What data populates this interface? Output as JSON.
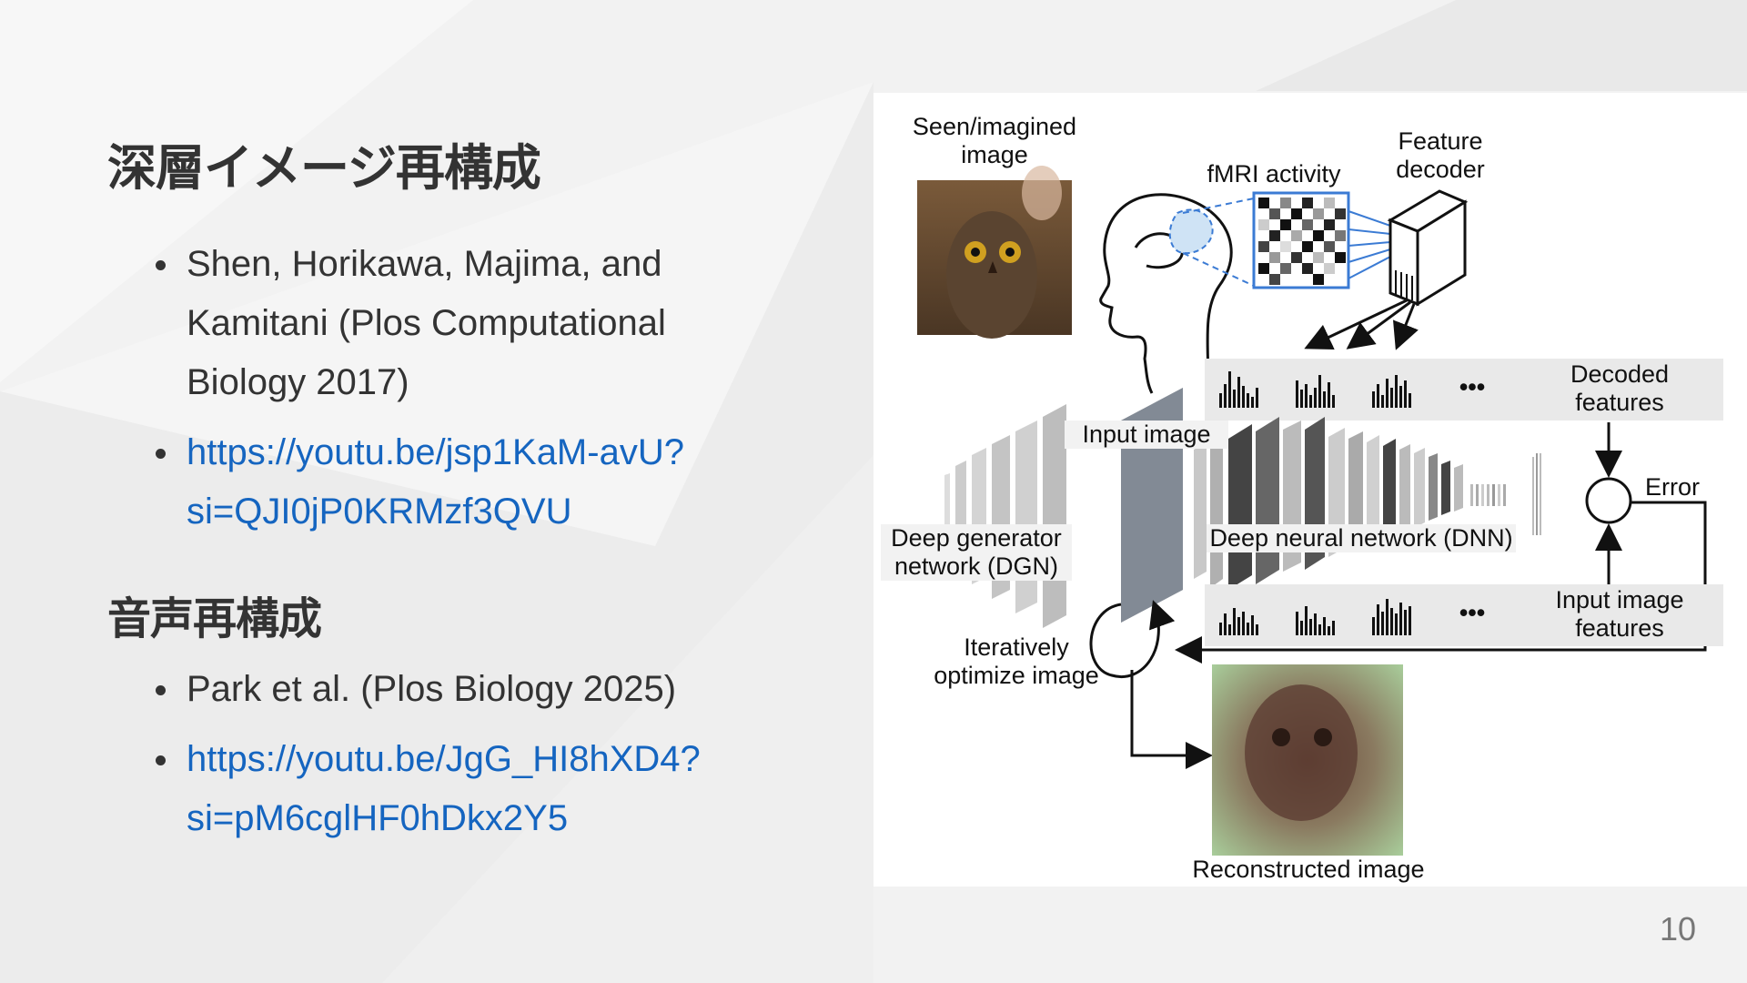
{
  "slide": {
    "page_number": "10",
    "sections": [
      {
        "heading": "深層イメージ再構成",
        "bullets": [
          {
            "line1": "Shen, Horikawa, Majima, and",
            "line2": "Kamitani (Plos Computational",
            "line3": "Biology 2017)"
          },
          {
            "line1": "https://youtu.be/jsp1KaM-avU?",
            "line2": "si=QJI0jP0KRMzf3QVU"
          }
        ]
      },
      {
        "heading": "音声再構成",
        "bullets": [
          {
            "line1": "Park et al. (Plos Biology 2025)"
          },
          {
            "line1": "https://youtu.be/JgG_HI8hXD4?",
            "line2": "si=pM6cglHF0hDkx2Y5"
          }
        ]
      }
    ]
  },
  "figure": {
    "seen_image_label": [
      "Seen/imagined",
      "image"
    ],
    "fmri_label": "fMRI activity",
    "feature_decoder_label": [
      "Feature",
      "decoder"
    ],
    "decoded_features_label": [
      "Decoded",
      "features"
    ],
    "input_image_label": "Input image",
    "error_label": "Error",
    "dgn_label": [
      "Deep generator",
      "network (DGN)"
    ],
    "dnn_label": "Deep neural network (DNN)",
    "input_image_features_label": [
      "Input image",
      "features"
    ],
    "iterative_label": [
      "Iteratively",
      "optimize image"
    ],
    "reconstructed_label": "Reconstructed image",
    "ellipsis": "•••"
  }
}
